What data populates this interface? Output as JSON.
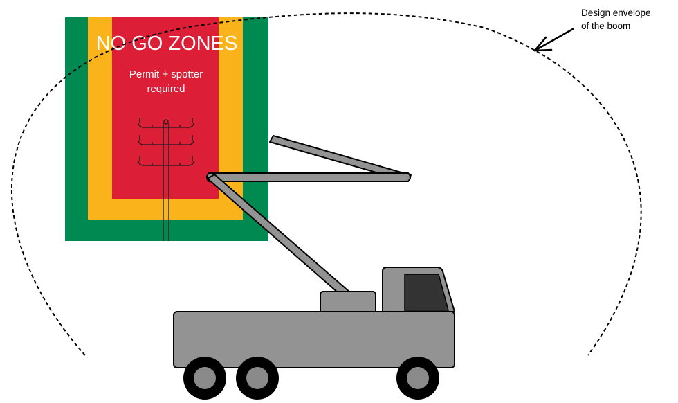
{
  "zones": {
    "title": "NO GO ZONES",
    "note_line1": "Permit + spotter",
    "note_line2": "required",
    "colors": {
      "outer": "#008a52",
      "middle": "#fbb31b",
      "inner": "#dc1f36"
    }
  },
  "envelope": {
    "caption_line1": "Design envelope",
    "caption_line2": "of the boom",
    "style": "dashed"
  },
  "truck": {
    "body_color": "#939393",
    "window_color": "#333333",
    "wheel_count": 3
  },
  "icons": {
    "pole": "utility-pole-icon",
    "arrow": "pointer-arrow-icon"
  }
}
